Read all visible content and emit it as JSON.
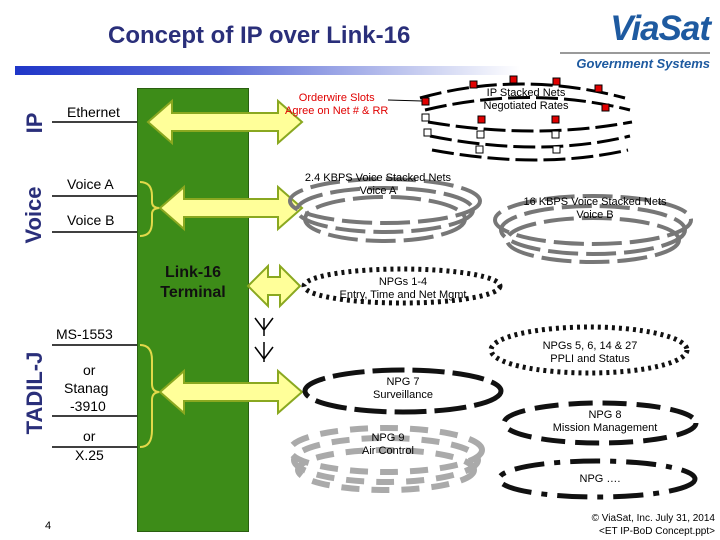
{
  "title": "Concept of IP over Link-16",
  "logo": {
    "word": "ViaSat",
    "subtitle": "Government Systems"
  },
  "side_labels": {
    "ip": "IP",
    "voice": "Voice",
    "tadil": "TADIL-J"
  },
  "interfaces": {
    "ethernet": "Ethernet",
    "voice_a": "Voice A",
    "voice_b": "Voice B",
    "ms1553": "MS-1553",
    "or1": "or",
    "stanag": "Stanag",
    "stanag_num": "-3910",
    "or2": "or",
    "x25": "X.25"
  },
  "terminal": {
    "line1": "Link-16",
    "line2": "Terminal"
  },
  "nets": {
    "ip_stacked": [
      "IP Stacked Nets",
      "Negotiated Rates"
    ],
    "orderwire": [
      "Orderwire Slots",
      "Agree on Net # & RR"
    ],
    "voice_24": [
      "2.4 KBPS Voice Stacked Nets",
      "Voice A"
    ],
    "voice_16": [
      "16 KBPS Voice Stacked Nets",
      "Voice B"
    ],
    "npg_1_4": [
      "NPGs 1-4",
      "Entry, Time and Net Mgmt"
    ],
    "npg_5_6": [
      "NPGs 5, 6, 14 & 27",
      "PPLI and Status"
    ],
    "npg_7": [
      "NPG 7",
      "Surveillance"
    ],
    "npg_8": [
      "NPG 8",
      "Mission Management"
    ],
    "npg_9": [
      "NPG 9",
      "Air Control"
    ],
    "npg_more": [
      "NPG …."
    ]
  },
  "footer": {
    "page": "4",
    "copyright": "©  ViaSat, Inc. July 31, 2014",
    "file": "<ET IP-BoD Concept.ppt>"
  },
  "colors": {
    "title": "#2a2f7a",
    "terminal": "#3d8c18",
    "arrow_fill": "#ffff99",
    "arrow_stroke": "#8aa820",
    "orderwire": "#e00000",
    "slot_red": "#e00000",
    "logo_blue": "#1e5aa0"
  }
}
